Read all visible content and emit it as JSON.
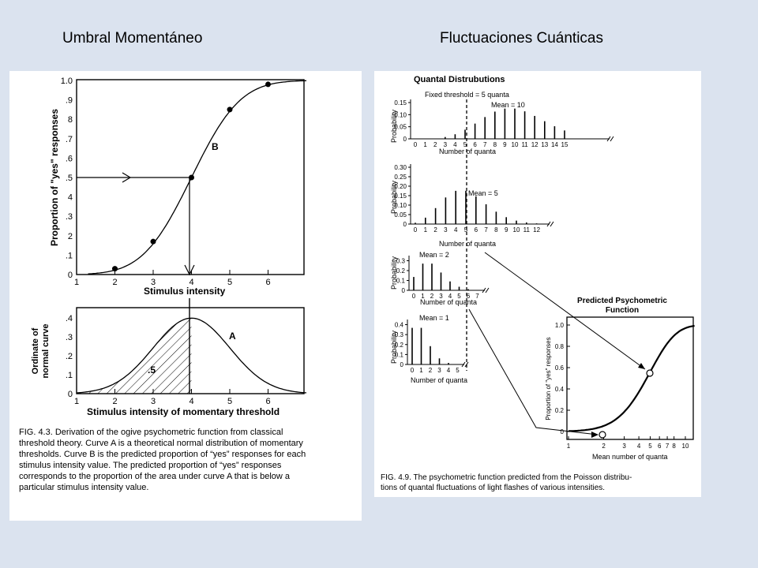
{
  "slide": {
    "title_left": "Umbral Momentáneo",
    "title_right": "Fluctuaciones Cuánticas"
  },
  "colors": {
    "background": "#dbe3ef",
    "panel": "#ffffff",
    "ink": "#000000"
  },
  "fig43": {
    "top": {
      "ylabel": "Proportion of \"yes\" responses",
      "xlabel": "Stimulus intensity",
      "yticks": [
        "0",
        ".1",
        "2",
        ".3",
        "4",
        ".5",
        ".6",
        ".7",
        "8",
        ".9",
        "1.0"
      ],
      "xticks": [
        "1",
        "2",
        "3",
        "4",
        "5",
        "6"
      ],
      "curve_label": "B",
      "points": [
        [
          2,
          0.03
        ],
        [
          3,
          0.17
        ],
        [
          4,
          0.5
        ],
        [
          5,
          0.85
        ],
        [
          6,
          0.98
        ]
      ]
    },
    "bottom": {
      "ylabel": [
        "Ordinate of",
        "normal curve"
      ],
      "xlabel": "Stimulus intensity of momentary threshold",
      "yticks": [
        "0",
        ".1",
        ".2",
        ".3",
        ".4"
      ],
      "xticks": [
        "1",
        "2",
        "3",
        "4",
        "5",
        "6"
      ],
      "curve_label": "A",
      "area_label": ".5"
    },
    "caption": [
      "FIG. 4.3.  Derivation of the ogive psychometric function from classical",
      "threshold theory. Curve A is a theoretical normal distribution of momentary",
      "thresholds. Curve B is the predicted proportion of “yes” responses for each",
      "stimulus intensity value. The predicted proportion of “yes” responses",
      "corresponds to the proportion of the area under curve A that is below a",
      "particular stimulus intensity value."
    ]
  },
  "fig49": {
    "title": "Quantal Distrubutions",
    "threshold_label": "Fixed threshold = 5 quanta",
    "xlabel": "Number of quanta",
    "ylabel": "Probability",
    "dists": [
      {
        "mean_label": "Mean = 10",
        "yticks": [
          "0",
          "0.05",
          "0.10",
          "0.15"
        ],
        "xticks": [
          "0",
          "1",
          "2",
          "3",
          "4",
          "5",
          "6",
          "7",
          "8",
          "9",
          "10",
          "11",
          "12",
          "13",
          "14",
          "15"
        ]
      },
      {
        "mean_label": "Mean = 5",
        "yticks": [
          "0",
          "0.05",
          "0.10",
          "0.15",
          "0.20",
          "0.25",
          "0.30"
        ],
        "xticks": [
          "0",
          "1",
          "2",
          "3",
          "4",
          "5",
          "6",
          "7",
          "8",
          "9",
          "10",
          "11",
          "12"
        ]
      },
      {
        "mean_label": "Mean = 2",
        "yticks": [
          "0",
          "0.1",
          "0.2",
          "0.3"
        ],
        "xticks": [
          "0",
          "1",
          "2",
          "3",
          "4",
          "5",
          "6",
          "7"
        ]
      },
      {
        "mean_label": "Mean = 1",
        "yticks": [
          "0",
          "0.1",
          "0.2",
          "0.3",
          "0.4"
        ],
        "xticks": [
          "0",
          "1",
          "2",
          "3",
          "4",
          "5"
        ]
      }
    ],
    "psycho": {
      "title": [
        "Predicted Psychometric",
        "Function"
      ],
      "ylabel": "Proportion of \"yes\" responses",
      "xlabel": "Mean number of quanta",
      "yticks": [
        "0",
        "0.2",
        "0.4",
        "0.6",
        "0.8",
        "1.0"
      ],
      "xticks": [
        "1",
        "2",
        "3",
        "4",
        "5",
        "6",
        "7",
        "8",
        "10"
      ]
    },
    "caption": [
      "FIG. 4.9.  The psychometric function predicted from the Poisson distribu-",
      "tions of quantal fluctuations of light flashes of various intensities."
    ]
  }
}
